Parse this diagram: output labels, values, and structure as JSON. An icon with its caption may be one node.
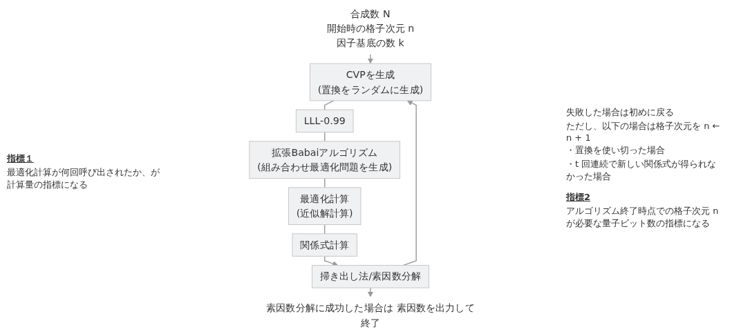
{
  "diagram": {
    "nodes": [
      {
        "text": [
          "合成数 N",
          "開始時の格子次元 n",
          "因子基底の数 k"
        ]
      },
      {
        "text": [
          "CVPを生成",
          "(置換をランダムに生成)"
        ]
      },
      {
        "text": [
          "LLL-0.99"
        ]
      },
      {
        "text": [
          "拡張Babaiアルゴリズム",
          "(組み合わせ最適化問題を生成)"
        ]
      },
      {
        "text": [
          "最適化計算",
          "(近似解計算)"
        ]
      },
      {
        "text": [
          "関係式計算"
        ]
      },
      {
        "text": [
          "掃き出し法/素因数分解"
        ]
      },
      {
        "text": [
          "素因数分解に成功した場合は 素因数を出力して終了"
        ]
      }
    ],
    "edges": [
      {
        "from": 0,
        "to": 1,
        "arrow": "to"
      },
      {
        "from": 1,
        "to": 2,
        "arrow": "none"
      },
      {
        "from": 2,
        "to": 3,
        "arrow": "none"
      },
      {
        "from": 3,
        "to": 4,
        "arrow": "none"
      },
      {
        "from": 4,
        "to": 5,
        "arrow": "none"
      },
      {
        "from": 5,
        "to": 6,
        "arrow": "to"
      },
      {
        "from": 6,
        "to": 1,
        "arrow": "to"
      },
      {
        "from": 6,
        "to": 7,
        "arrow": "to"
      }
    ],
    "labels": [
      "指標１",
      "最適化計算が何回呼び出されたか、が計算量の指標になる",
      "失敗した場合は初めに戻る",
      "ただし、以下の場合は格子次元を n ← n + 1",
      "・置換を使い切った場合",
      "・t 回連続で新しい関係式が得られなかった場合",
      "指標2",
      "アルゴリズム終了時点での格子次元 n が必要な量子ビット数の指標になる"
    ]
  }
}
